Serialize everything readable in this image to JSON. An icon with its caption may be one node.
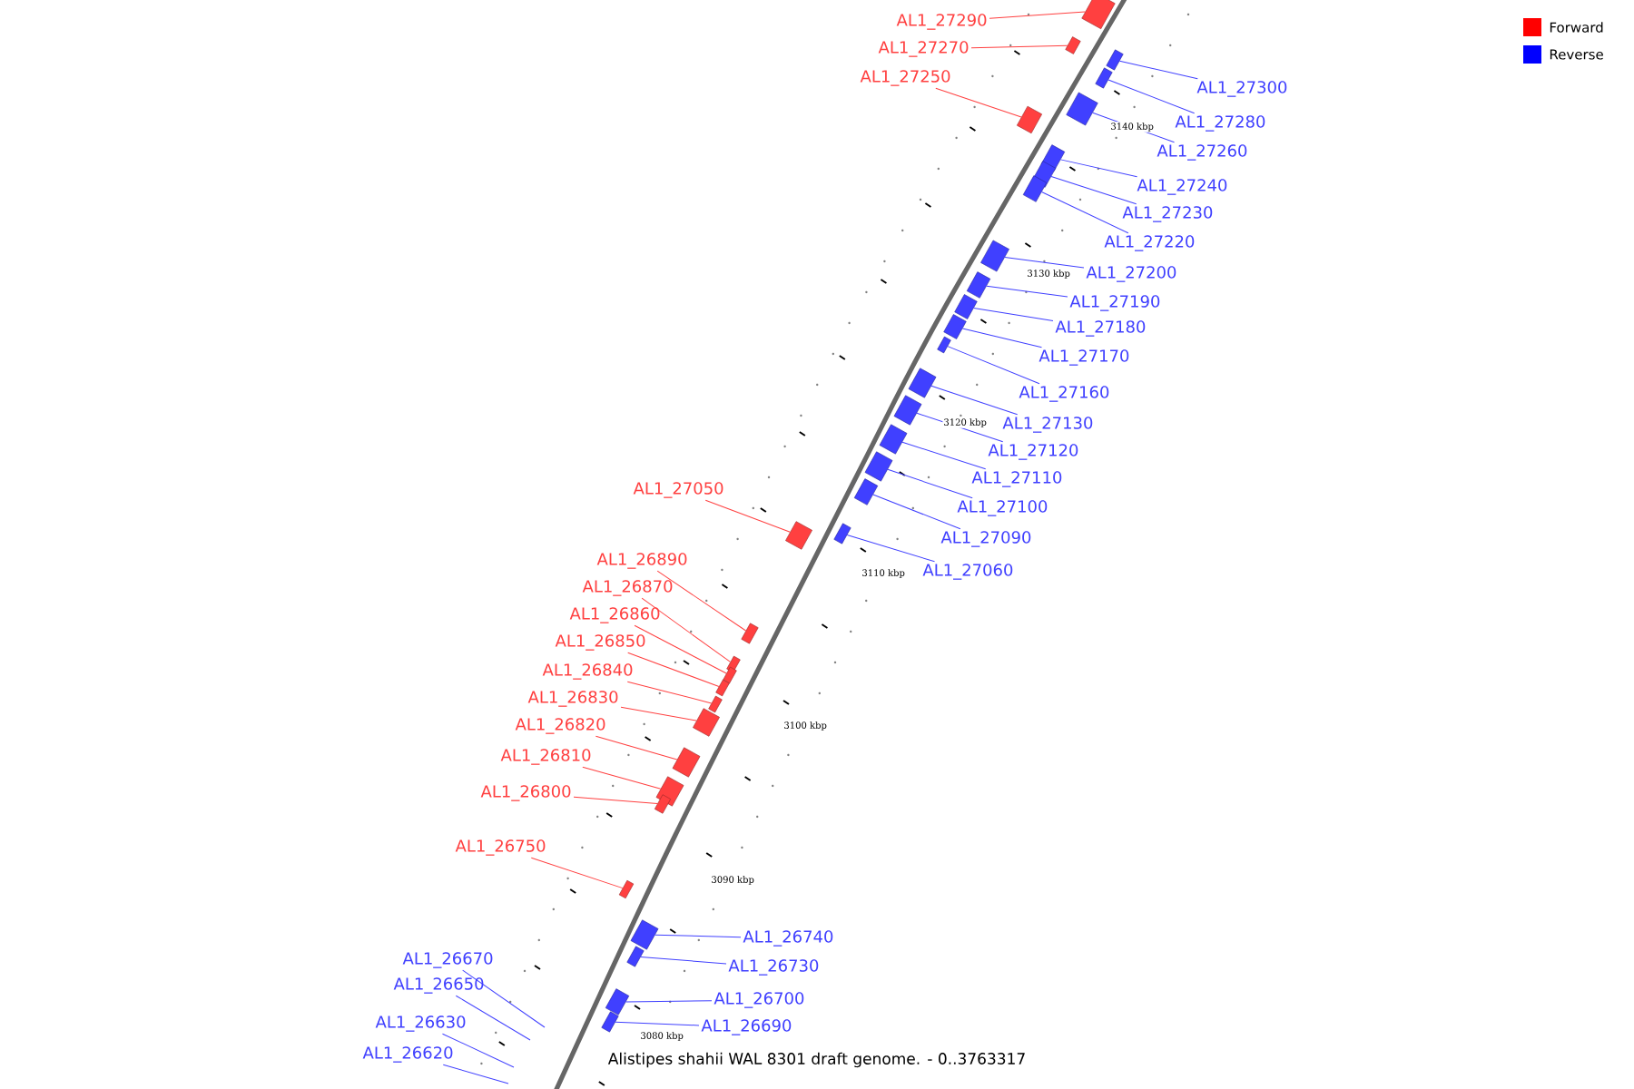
{
  "diagram": {
    "caption": "Alistipes shahii WAL 8301 draft genome. - 0..3763317",
    "nodes": [
      {
        "text": [
          "AL1_27290"
        ]
      },
      {
        "text": [
          "AL1_27270"
        ]
      },
      {
        "text": [
          "AL1_27250"
        ]
      },
      {
        "text": [
          "AL1_27050"
        ]
      },
      {
        "text": [
          "AL1_26890"
        ]
      },
      {
        "text": [
          "AL1_26870"
        ]
      },
      {
        "text": [
          "AL1_26860"
        ]
      },
      {
        "text": [
          "AL1_26850"
        ]
      },
      {
        "text": [
          "AL1_26840"
        ]
      },
      {
        "text": [
          "AL1_26830"
        ]
      },
      {
        "text": [
          "AL1_26820"
        ]
      },
      {
        "text": [
          "AL1_26810"
        ]
      },
      {
        "text": [
          "AL1_26800"
        ]
      },
      {
        "text": [
          "AL1_26750"
        ]
      },
      {
        "text": [
          "AL1_27300"
        ]
      },
      {
        "text": [
          "AL1_27280"
        ]
      },
      {
        "text": [
          "AL1_27260"
        ]
      },
      {
        "text": [
          "AL1_27240"
        ]
      },
      {
        "text": [
          "AL1_27230"
        ]
      },
      {
        "text": [
          "AL1_27220"
        ]
      },
      {
        "text": [
          "AL1_27200"
        ]
      },
      {
        "text": [
          "AL1_27190"
        ]
      },
      {
        "text": [
          "AL1_27180"
        ]
      },
      {
        "text": [
          "AL1_27170"
        ]
      },
      {
        "text": [
          "AL1_27160"
        ]
      },
      {
        "text": [
          "AL1_27130"
        ]
      },
      {
        "text": [
          "AL1_27120"
        ]
      },
      {
        "text": [
          "AL1_27110"
        ]
      },
      {
        "text": [
          "AL1_27100"
        ]
      },
      {
        "text": [
          "AL1_27090"
        ]
      },
      {
        "text": [
          "AL1_27060"
        ]
      },
      {
        "text": [
          "AL1_26740"
        ]
      },
      {
        "text": [
          "AL1_26730"
        ]
      },
      {
        "text": [
          "AL1_26700"
        ]
      },
      {
        "text": [
          "AL1_26690"
        ]
      },
      {
        "text": [
          "AL1_26670"
        ]
      },
      {
        "text": [
          "AL1_26650"
        ]
      },
      {
        "text": [
          "AL1_26630"
        ]
      },
      {
        "text": [
          "AL1_26620"
        ]
      },
      {
        "text": [],
        "shape": "box"
      },
      {
        "text": [],
        "shape": "box"
      },
      {
        "text": [],
        "shape": "box"
      },
      {
        "text": [],
        "shape": "box"
      },
      {
        "text": [],
        "shape": "box"
      },
      {
        "text": [],
        "shape": "box"
      },
      {
        "text": [],
        "shape": "box"
      },
      {
        "text": [],
        "shape": "box"
      },
      {
        "text": [],
        "shape": "box"
      },
      {
        "text": [],
        "shape": "box"
      },
      {
        "text": [],
        "shape": "box"
      },
      {
        "text": [],
        "shape": "box"
      },
      {
        "text": [],
        "shape": "box"
      },
      {
        "text": [],
        "shape": "box"
      },
      {
        "text": [],
        "shape": "box"
      },
      {
        "text": [],
        "shape": "box"
      },
      {
        "text": [],
        "shape": "box"
      },
      {
        "text": [],
        "shape": "box"
      },
      {
        "text": [],
        "shape": "box"
      },
      {
        "text": [],
        "shape": "box"
      },
      {
        "text": [],
        "shape": "box"
      },
      {
        "text": [],
        "shape": "box"
      },
      {
        "text": [],
        "shape": "box"
      },
      {
        "text": [],
        "shape": "box"
      },
      {
        "text": [],
        "shape": "box"
      },
      {
        "text": [],
        "shape": "box"
      },
      {
        "text": [],
        "shape": "box"
      },
      {
        "text": [],
        "shape": "box"
      },
      {
        "text": [],
        "shape": "box"
      },
      {
        "text": [],
        "shape": "box"
      },
      {
        "text": [],
        "shape": "box"
      },
      {
        "text": [],
        "shape": "box"
      },
      {
        "text": [],
        "shape": "box"
      },
      {
        "text": [],
        "shape": "box"
      },
      {
        "text": [],
        "shape": "box"
      }
    ],
    "edges": [
      {
        "from": 0,
        "to": 39,
        "arrow": "none",
        "color": "#ff4040"
      },
      {
        "from": 1,
        "to": 40,
        "arrow": "none",
        "color": "#ff4040"
      },
      {
        "from": 2,
        "to": 41,
        "arrow": "none",
        "color": "#ff4040"
      },
      {
        "from": 3,
        "to": 42,
        "arrow": "none",
        "color": "#ff4040"
      },
      {
        "from": 4,
        "to": 43,
        "arrow": "none",
        "color": "#ff4040"
      },
      {
        "from": 5,
        "to": 44,
        "arrow": "none",
        "color": "#ff4040"
      },
      {
        "from": 6,
        "to": 45,
        "arrow": "none",
        "color": "#ff4040"
      },
      {
        "from": 7,
        "to": 46,
        "arrow": "none",
        "color": "#ff4040"
      },
      {
        "from": 8,
        "to": 47,
        "arrow": "none",
        "color": "#ff4040"
      },
      {
        "from": 9,
        "to": 48,
        "arrow": "none",
        "color": "#ff4040"
      },
      {
        "from": 10,
        "to": 49,
        "arrow": "none",
        "color": "#ff4040"
      },
      {
        "from": 11,
        "to": 50,
        "arrow": "none",
        "color": "#ff4040"
      },
      {
        "from": 12,
        "to": 51,
        "arrow": "none",
        "color": "#ff4040"
      },
      {
        "from": 13,
        "to": 52,
        "arrow": "none",
        "color": "#ff4040"
      },
      {
        "from": 14,
        "to": 53,
        "arrow": "none"
      },
      {
        "from": 15,
        "to": 54,
        "arrow": "none"
      },
      {
        "from": 16,
        "to": 55,
        "arrow": "none"
      },
      {
        "from": 17,
        "to": 56,
        "arrow": "none"
      },
      {
        "from": 18,
        "to": 57,
        "arrow": "none"
      },
      {
        "from": 19,
        "to": 58,
        "arrow": "none"
      },
      {
        "from": 20,
        "to": 59,
        "arrow": "none"
      },
      {
        "from": 21,
        "to": 60,
        "arrow": "none"
      },
      {
        "from": 22,
        "to": 61,
        "arrow": "none"
      },
      {
        "from": 23,
        "to": 62,
        "arrow": "none"
      },
      {
        "from": 24,
        "to": 63,
        "arrow": "none"
      },
      {
        "from": 25,
        "to": 64,
        "arrow": "none"
      },
      {
        "from": 26,
        "to": 65,
        "arrow": "none"
      },
      {
        "from": 27,
        "to": 66,
        "arrow": "none"
      },
      {
        "from": 28,
        "to": 67,
        "arrow": "none"
      },
      {
        "from": 29,
        "to": 68,
        "arrow": "none"
      },
      {
        "from": 30,
        "to": 69,
        "arrow": "none"
      },
      {
        "from": 31,
        "to": 70,
        "arrow": "none"
      },
      {
        "from": 32,
        "to": 71,
        "arrow": "none"
      },
      {
        "from": 33,
        "to": 72,
        "arrow": "none"
      },
      {
        "from": 34,
        "to": 73,
        "arrow": "none"
      },
      {
        "from": 35,
        "to": null,
        "arrow": "none"
      },
      {
        "from": 36,
        "to": null,
        "arrow": "none"
      },
      {
        "from": 37,
        "to": null,
        "arrow": "none"
      },
      {
        "from": 38,
        "to": null,
        "arrow": "none"
      }
    ],
    "labels": [
      "3140 kbp",
      "3130 kbp",
      "3120 kbp",
      "3110 kbp",
      "3100 kbp",
      "3090 kbp",
      "3080 kbp"
    ],
    "legend": [
      {
        "text": "Forward",
        "color": "#ff0000"
      },
      {
        "text": "Reverse",
        "color": "#0000ff"
      }
    ]
  }
}
